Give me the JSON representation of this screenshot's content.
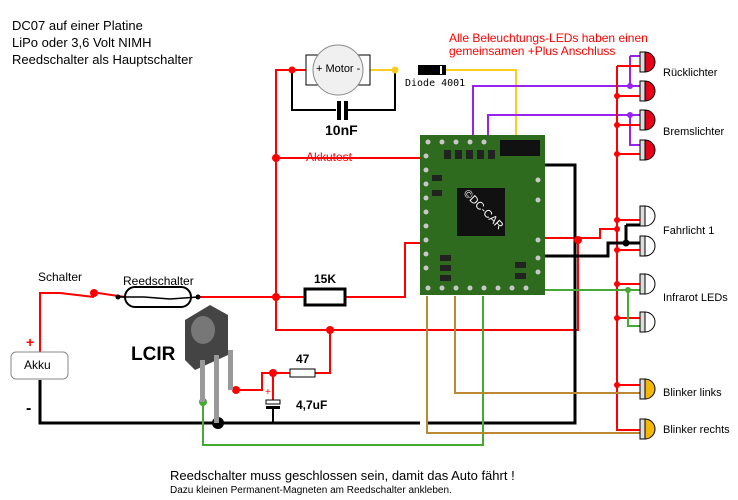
{
  "header": {
    "line1": "DC07 auf einer Platine",
    "line2": "LiPo oder 3,6 Volt NIMH",
    "line3": "Reedschalter als Hauptschalter"
  },
  "note_leds": {
    "line1": "Alle Beleuchtungs-LEDs haben einen",
    "line2": "gemeinsamen +Plus Anschluss"
  },
  "components": {
    "motor": "+ Motor -",
    "diode": "Diode 4001",
    "capacitor_10nf": "10nF",
    "akkutest": "Akkutest",
    "chip": "©DC-CAR",
    "schalter": "Schalter",
    "reedschalter": "Reedschalter",
    "resistor_15k": "15K",
    "akku": "Akku",
    "plus": "+",
    "minus": "-",
    "lcir": "LCIR",
    "resistor_47": "47",
    "capacitor_47uf": "4,7uF",
    "cap_plus": "+"
  },
  "leds": {
    "ruecklichter": "Rücklichter",
    "bremslichter": "Bremslichter",
    "fahrlicht": "Fahrlicht 1",
    "infrarot": "Infrarot LEDs",
    "blinker_links": "Blinker links",
    "blinker_rechts": "Blinker rechts"
  },
  "footer": {
    "line1": "Reedschalter muss geschlossen sein, damit das Auto fährt !",
    "line2": "Dazu kleinen Permanent-Magneten am Reedschalter ankleben."
  },
  "colors": {
    "red_wire": "#ff0000",
    "black_wire": "#000000",
    "yellow_wire": "#ffcc22",
    "purple_wire": "#9922ee",
    "green_wire": "#44aa33",
    "brown_wire": "#bb8833",
    "pcb": "#2f6b1e",
    "led_red": "#e8001a",
    "led_yellow": "#f5b800"
  }
}
